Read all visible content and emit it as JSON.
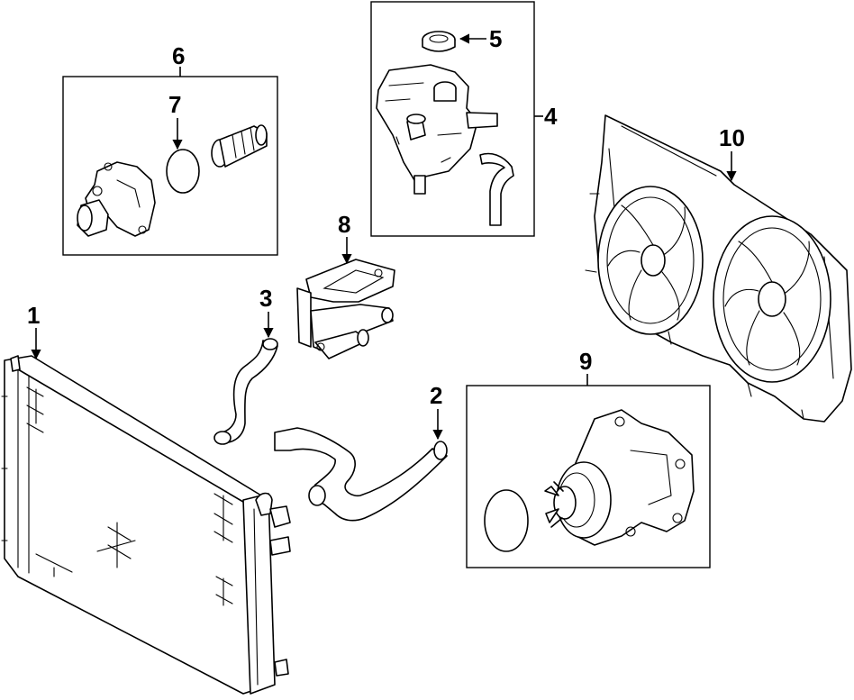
{
  "diagram": {
    "callouts": [
      {
        "id": "1",
        "label": "1"
      },
      {
        "id": "2",
        "label": "2"
      },
      {
        "id": "3",
        "label": "3"
      },
      {
        "id": "4",
        "label": "4"
      },
      {
        "id": "5",
        "label": "5"
      },
      {
        "id": "6",
        "label": "6"
      },
      {
        "id": "7",
        "label": "7"
      },
      {
        "id": "8",
        "label": "8"
      },
      {
        "id": "9",
        "label": "9"
      },
      {
        "id": "10",
        "label": "10"
      }
    ]
  },
  "colors": {
    "line": "#000000",
    "background": "#ffffff"
  }
}
